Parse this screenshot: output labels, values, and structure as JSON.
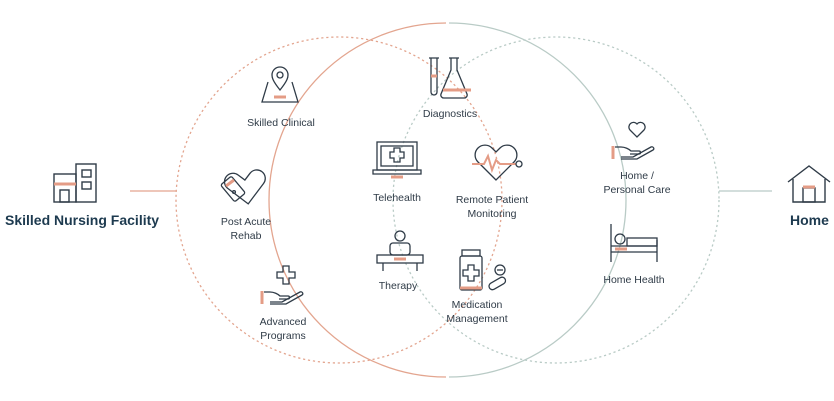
{
  "left_label": "Skilled Nursing Facility",
  "right_label": "Home",
  "left_circle_items": [
    {
      "icon": "map-pin-icon",
      "label": "Skilled Clinical"
    },
    {
      "icon": "heart-phone-icon",
      "label": "Post Acute\nRehab"
    },
    {
      "icon": "hand-plus-icon",
      "label": "Advanced\nPrograms"
    }
  ],
  "overlap_items": [
    {
      "icon": "lab-flasks-icon",
      "label": "Diagnostics"
    },
    {
      "icon": "laptop-medical-icon",
      "label": "Telehealth"
    },
    {
      "icon": "heart-pulse-icon",
      "label": "Remote Patient\nMonitoring"
    },
    {
      "icon": "therapy-table-icon",
      "label": "Therapy"
    },
    {
      "icon": "medication-icon",
      "label": "Medication\nManagement"
    }
  ],
  "right_circle_items": [
    {
      "icon": "hand-heart-icon",
      "label": "Home /\nPersonal Care"
    },
    {
      "icon": "bed-patient-icon",
      "label": "Home Health"
    }
  ],
  "colors": {
    "left_circle": "#e3a58f",
    "right_circle": "#b9cbc6",
    "icon_stroke": "#2f3b47",
    "accent": "#e49c86",
    "title": "#1d3a4f"
  }
}
